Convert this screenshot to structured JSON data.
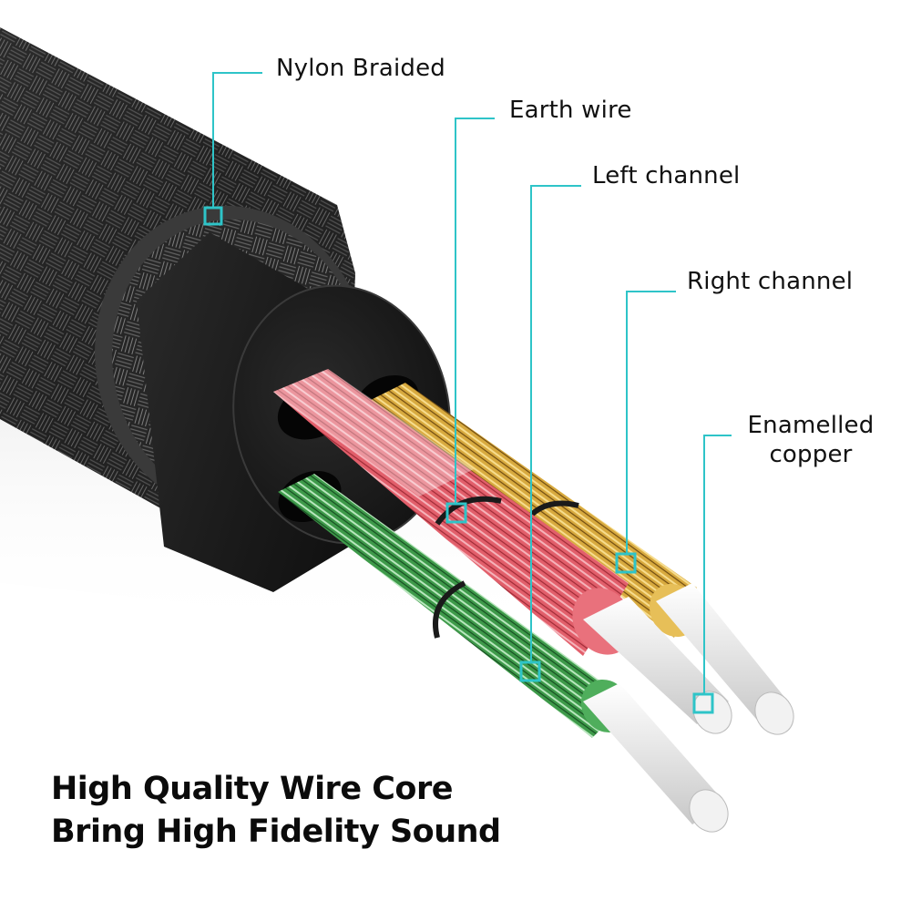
{
  "image": {
    "subject": "Braided 3.5mm audio cable cross-section",
    "accent_color": "#2ec4c8",
    "background_color": "#ffffff"
  },
  "callouts": [
    {
      "id": "nylon-braided",
      "label": "Nylon Braided"
    },
    {
      "id": "earth-wire",
      "label": "Earth wire"
    },
    {
      "id": "left-channel",
      "label": "Left channel"
    },
    {
      "id": "right-channel",
      "label": "Right channel"
    },
    {
      "id": "enamelled-copper",
      "label_line1": "Enamelled",
      "label_line2": "copper"
    }
  ],
  "components": [
    {
      "name": "braided-jacket",
      "color": "#2a2a2a"
    },
    {
      "name": "inner-sheath",
      "color": "#1c1c1c"
    },
    {
      "name": "red-conductor",
      "color": "#e0606a"
    },
    {
      "name": "gold-conductor",
      "color": "#d4a63a"
    },
    {
      "name": "green-conductor",
      "color": "#3f9b4c"
    },
    {
      "name": "silver-core",
      "color": "#e6e6e6"
    }
  ],
  "headline": {
    "line1": "High Quality Wire Core",
    "line2": "Bring High Fidelity Sound"
  }
}
